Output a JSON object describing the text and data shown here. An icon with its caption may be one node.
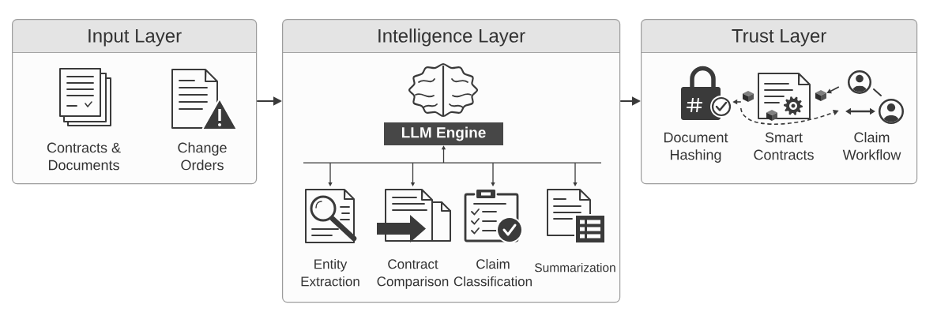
{
  "diagram": {
    "nodes": [
      {
        "text": [
          "Input Layer"
        ]
      },
      {
        "text": [
          "Contracts & Documents"
        ],
        "in": 0
      },
      {
        "text": [
          "Change Orders"
        ],
        "in": 0
      },
      {
        "text": [
          "Intelligence Layer"
        ]
      },
      {
        "text": [
          "LLM Engine"
        ],
        "in": 3
      },
      {
        "text": [
          "Entity Extraction"
        ],
        "in": 3
      },
      {
        "text": [
          "Contract Comparison"
        ],
        "in": 3
      },
      {
        "text": [
          "Claim Classification"
        ],
        "in": 3
      },
      {
        "text": [
          "Summarization"
        ],
        "in": 3
      },
      {
        "text": [
          "Trust Layer"
        ]
      },
      {
        "text": [
          "Document Hashing"
        ],
        "in": 9
      },
      {
        "text": [
          "Smart Contracts"
        ],
        "in": 9
      },
      {
        "text": [
          "Claim Workflow"
        ],
        "in": 9
      }
    ],
    "edges": [
      {
        "from": 0,
        "to": 3,
        "arrow": "to"
      },
      {
        "from": 3,
        "to": 9,
        "arrow": "to"
      },
      {
        "from": 4,
        "to": 5,
        "arrow": "both"
      },
      {
        "from": 4,
        "to": 6,
        "arrow": "both"
      },
      {
        "from": 4,
        "to": 7,
        "arrow": "both"
      },
      {
        "from": 4,
        "to": 8,
        "arrow": "both"
      },
      {
        "from": 11,
        "to": 10,
        "arrow": "to"
      },
      {
        "from": 12,
        "to": 11,
        "arrow": "to"
      },
      {
        "from": 11,
        "to": 12,
        "arrow": "to",
        "style": "dashed"
      }
    ]
  }
}
